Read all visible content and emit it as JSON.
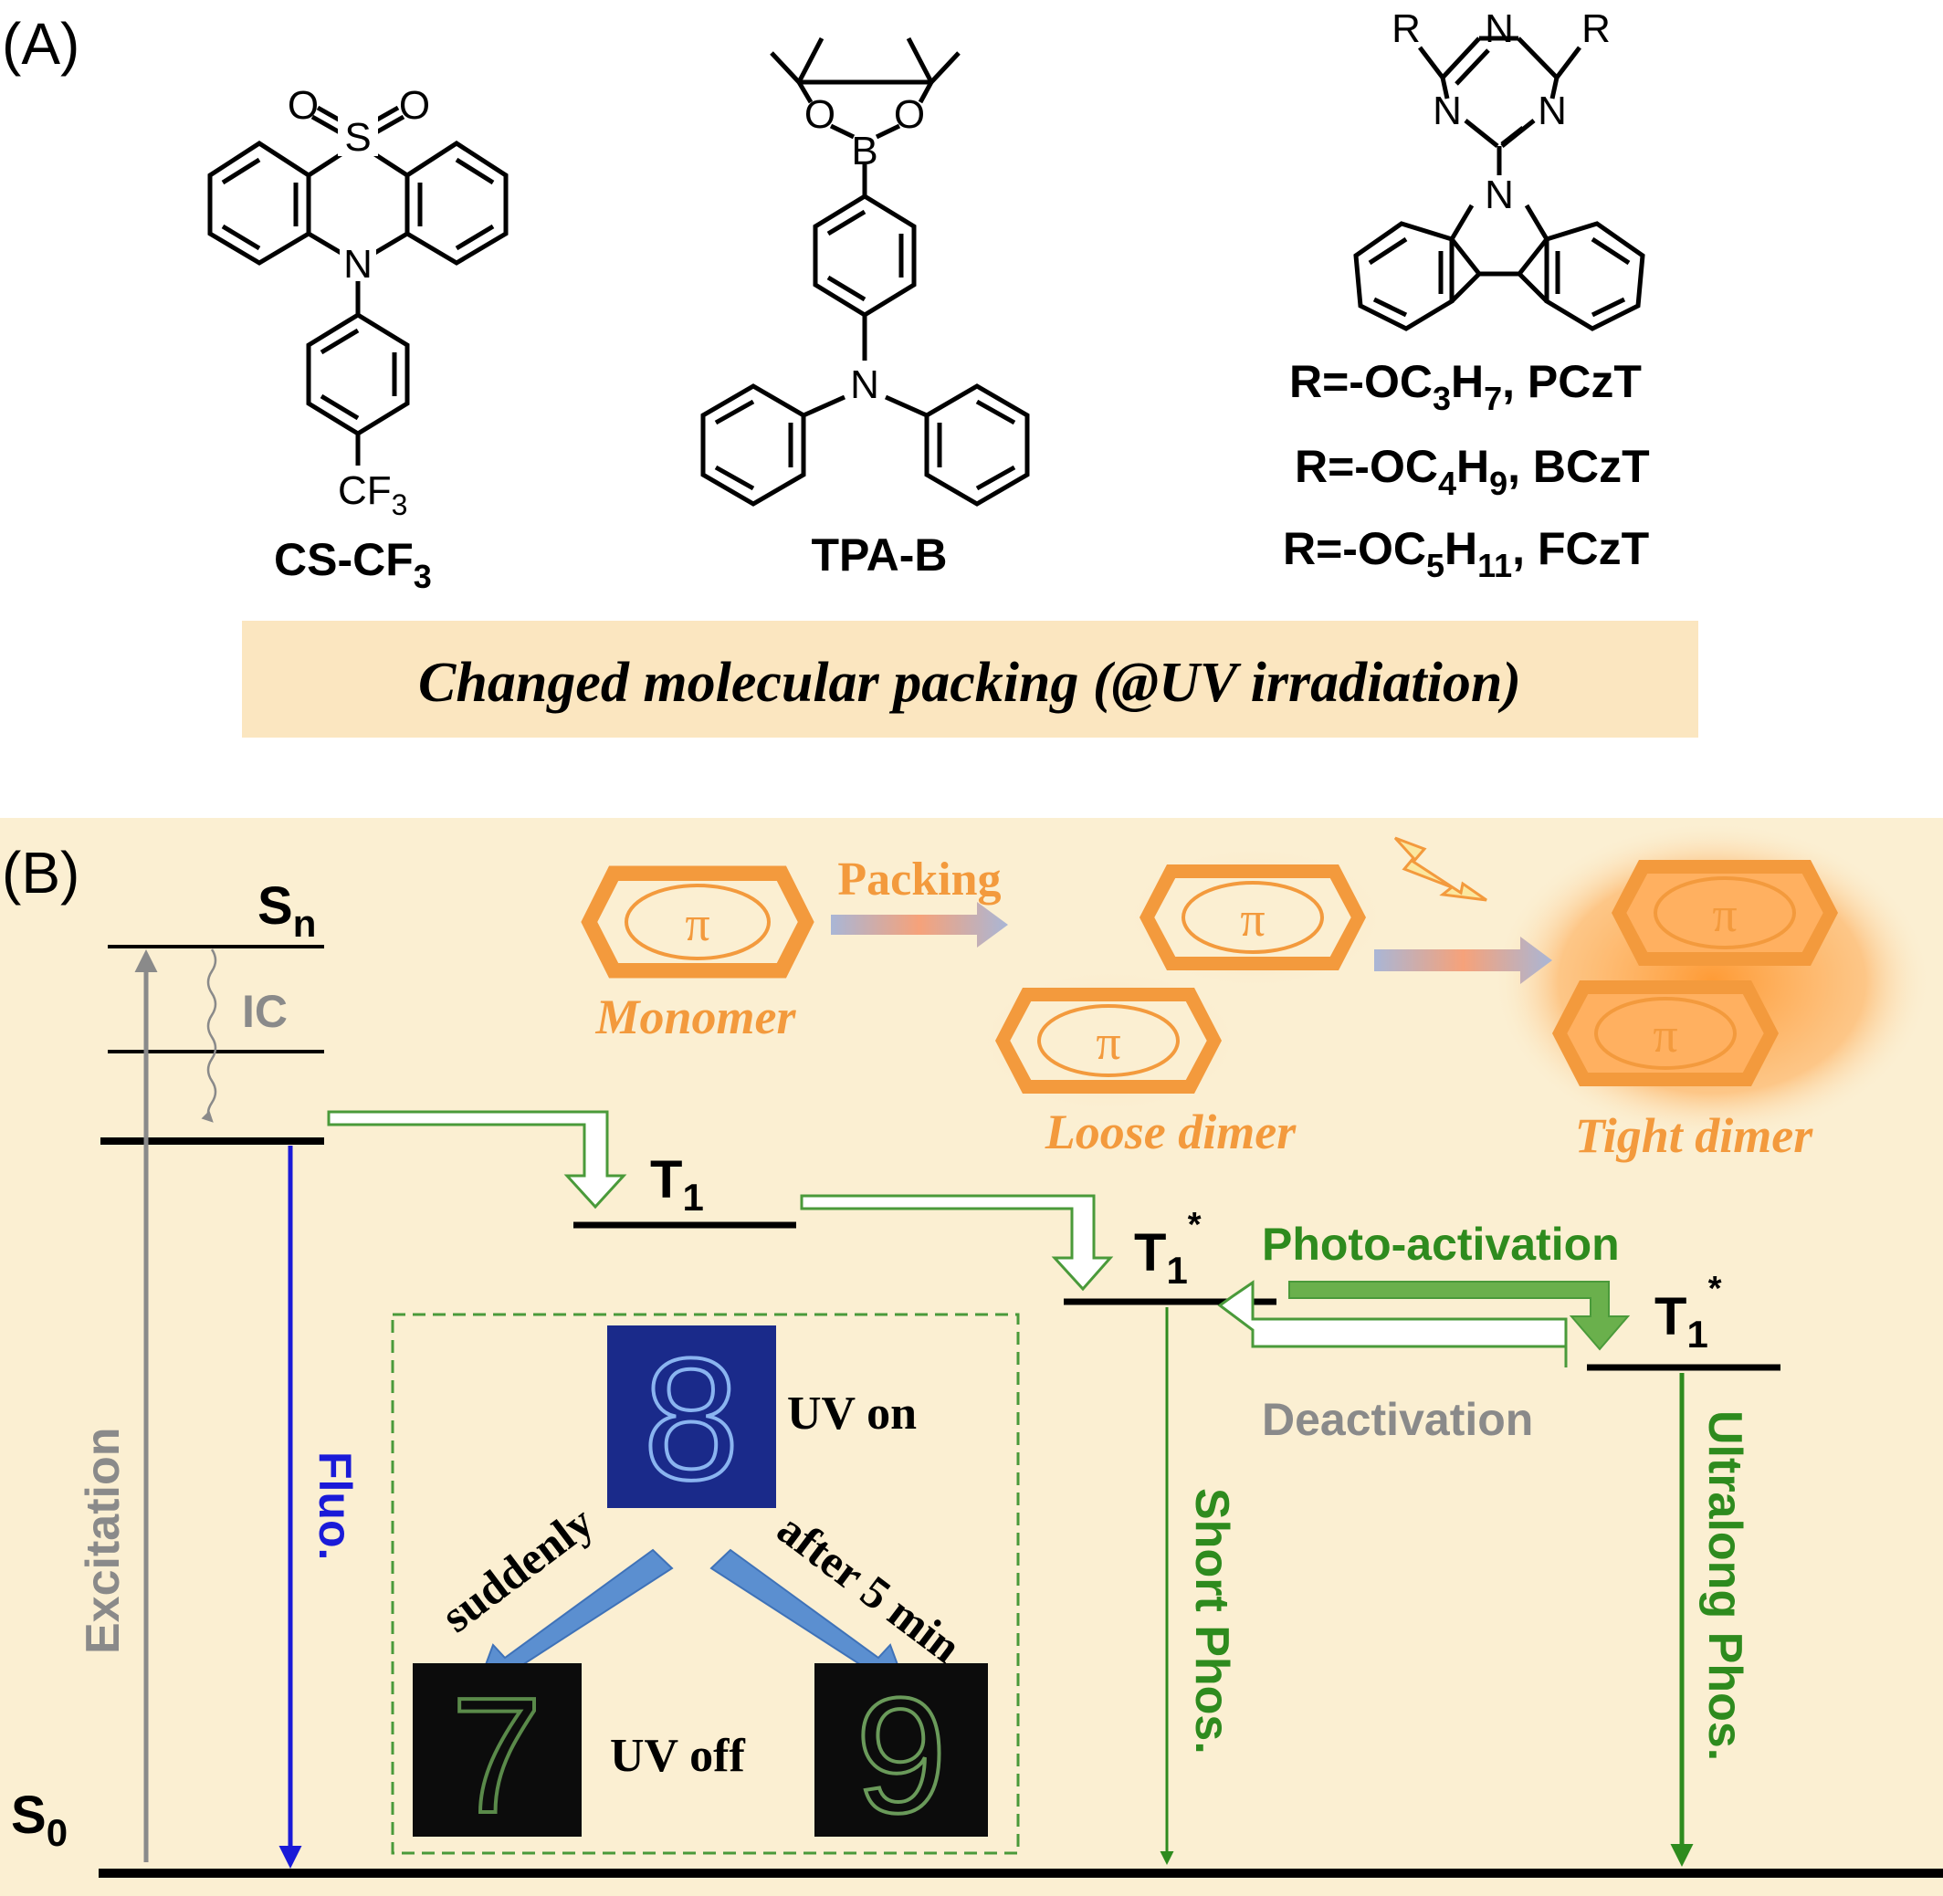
{
  "panel_a": {
    "label": "(A)",
    "compound1": {
      "name_main": "CS-CF",
      "name_sub": "3",
      "atom_O1": "O",
      "atom_S": "S",
      "atom_O2": "O",
      "atom_N": "N",
      "group_main": "CF",
      "group_sub": "3"
    },
    "compound2": {
      "name": "TPA-B",
      "atom_O1": "O",
      "atom_B": "B",
      "atom_O2": "O",
      "atom_N": "N"
    },
    "compound3": {
      "atom_R1": "R",
      "atom_N_top": "N",
      "atom_R2": "R",
      "atom_N_left": "N",
      "atom_N_right": "N",
      "atom_N_cz": "N",
      "variants": [
        {
          "p1": "R=-OC",
          "s1": "3",
          "p2": "H",
          "s2": "7",
          "p3": ", PCzT"
        },
        {
          "p1": "R=-OC",
          "s1": "4",
          "p2": "H",
          "s2": "9",
          "p3": ", BCzT"
        },
        {
          "p1": "R=-OC",
          "s1": "5",
          "p2": "H",
          "s2": "11",
          "p3": ", FCzT"
        }
      ]
    },
    "banner": "Changed molecular packing (@UV irradiation)"
  },
  "panel_b": {
    "label": "(B)",
    "levels": {
      "sn_main": "S",
      "sn_sub": "n",
      "s0_main": "S",
      "s0_sub": "0",
      "t1_main": "T",
      "t1_sub": "1",
      "t1s_main": "T",
      "t1s_sub": "1",
      "t1s_sup": "*",
      "t1s2_main": "T",
      "t1s2_sub": "1",
      "t1s2_sup": "*"
    },
    "processes": {
      "ic": "IC",
      "excitation": "Excitation",
      "fluo": "Fluo.",
      "short_phos": "Short Phos.",
      "ultralong_phos": "Ultralong Phos.",
      "photo_activation": "Photo-activation",
      "deactivation": "Deactivation"
    },
    "packing": {
      "pi": "π",
      "packing_label": "Packing",
      "monomer": "Monomer",
      "loose_dimer": "Loose dimer",
      "tight_dimer": "Tight dimer"
    },
    "inset": {
      "uv_on": "UV on",
      "uv_off": "UV off",
      "suddenly": "suddenly",
      "after": "after 5 min",
      "digit_on": "8",
      "digit_sudden": "7",
      "digit_after": "9"
    },
    "colors": {
      "background": "#fbefd2",
      "banner": "#fbe6c0",
      "orange": "#f39a3d",
      "green": "#2e8b1e",
      "light_green": "#6ab04c",
      "blue": "#1a1ad8",
      "gray": "#8a8a8a",
      "arrow_blue": "#5b8fd0"
    }
  }
}
